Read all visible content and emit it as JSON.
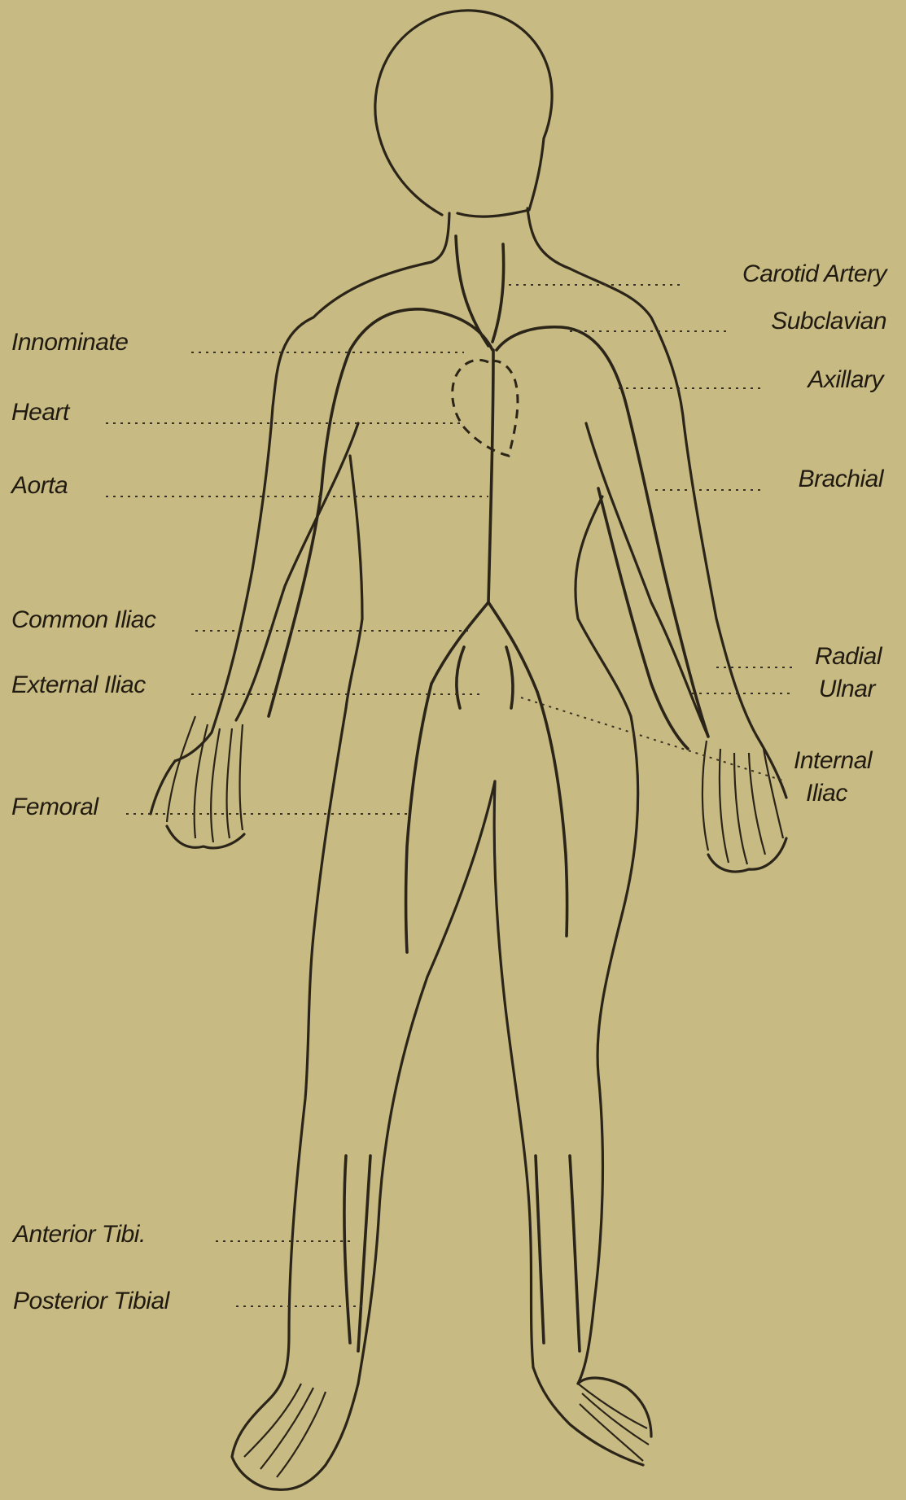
{
  "labels": {
    "left": {
      "innominate": "Innominate",
      "heart": "Heart",
      "aorta": "Aorta",
      "common_iliac": "Common Iliac",
      "external_iliac": "External Iliac",
      "femoral": "Femoral",
      "anterior_tibial": "Anterior Tibi.",
      "posterior_tibial": "Posterior Tibial"
    },
    "right": {
      "carotid_artery": "Carotid Artery",
      "subclavian": "Subclavian",
      "axillary": "Axillary",
      "brachial": "Brachial",
      "radial": "Radial",
      "ulnar": "Ulnar",
      "internal_iliac_line1": "Internal",
      "internal_iliac_line2": "Iliac"
    }
  }
}
